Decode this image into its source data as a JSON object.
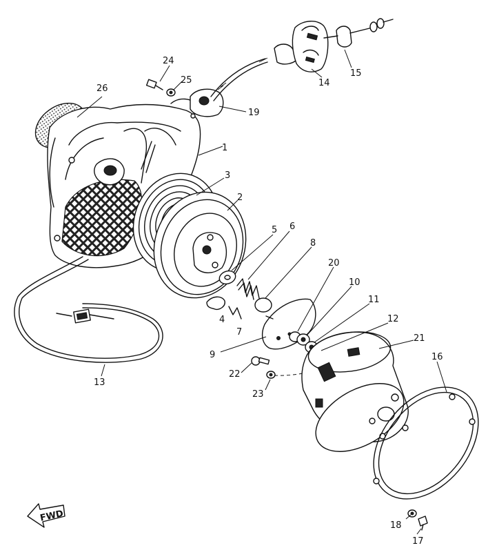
{
  "diagram": {
    "fwd_label": "FWD",
    "callouts": [
      {
        "id": "p1",
        "label": "1"
      },
      {
        "id": "p2",
        "label": "2"
      },
      {
        "id": "p3",
        "label": "3"
      },
      {
        "id": "p4",
        "label": "4"
      },
      {
        "id": "p5",
        "label": "5"
      },
      {
        "id": "p6",
        "label": "6"
      },
      {
        "id": "p7",
        "label": "7"
      },
      {
        "id": "p8",
        "label": "8"
      },
      {
        "id": "p9",
        "label": "9"
      },
      {
        "id": "p10",
        "label": "10"
      },
      {
        "id": "p11",
        "label": "11"
      },
      {
        "id": "p12",
        "label": "12"
      },
      {
        "id": "p13",
        "label": "13"
      },
      {
        "id": "p14",
        "label": "14"
      },
      {
        "id": "p15",
        "label": "15"
      },
      {
        "id": "p16",
        "label": "16"
      },
      {
        "id": "p17",
        "label": "17"
      },
      {
        "id": "p18",
        "label": "18"
      },
      {
        "id": "p19",
        "label": "19"
      },
      {
        "id": "p20",
        "label": "20"
      },
      {
        "id": "p21",
        "label": "21"
      },
      {
        "id": "p22",
        "label": "22"
      },
      {
        "id": "p23",
        "label": "23"
      },
      {
        "id": "p24",
        "label": "24"
      },
      {
        "id": "p25",
        "label": "25"
      },
      {
        "id": "p26",
        "label": "26"
      }
    ]
  }
}
